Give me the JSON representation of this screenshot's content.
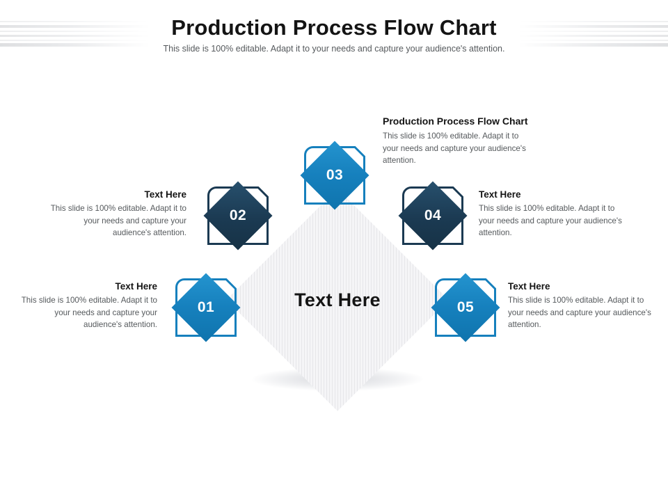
{
  "slide": {
    "title": "Production Process Flow Chart",
    "subtitle": "This slide is 100% editable. Adapt it to your needs and capture your audience's attention.",
    "center_label": "Text Here",
    "colors": {
      "blue": "#1680bd",
      "navy": "#1b3a52",
      "center_fill": "#f5f5f7",
      "title_text": "#141414",
      "body_text": "#55595c"
    }
  },
  "nodes": [
    {
      "number": "01",
      "style": "blue",
      "heading": "Text Here",
      "body": "This slide is 100% editable. Adapt it to your needs and capture your audience's attention."
    },
    {
      "number": "02",
      "style": "navy",
      "heading": "Text Here",
      "body": "This slide is 100% editable. Adapt it to your needs and capture your audience's attention."
    },
    {
      "number": "03",
      "style": "blue",
      "heading": "Production Process Flow Chart",
      "body": "This slide is 100% editable. Adapt it to your needs and capture your audience's attention."
    },
    {
      "number": "04",
      "style": "navy",
      "heading": "Text Here",
      "body": "This slide is 100% editable. Adapt it to your needs and capture your audience's attention."
    },
    {
      "number": "05",
      "style": "blue",
      "heading": "Text Here",
      "body": "This slide is 100% editable. Adapt it to your needs and capture your audience's attention."
    }
  ]
}
